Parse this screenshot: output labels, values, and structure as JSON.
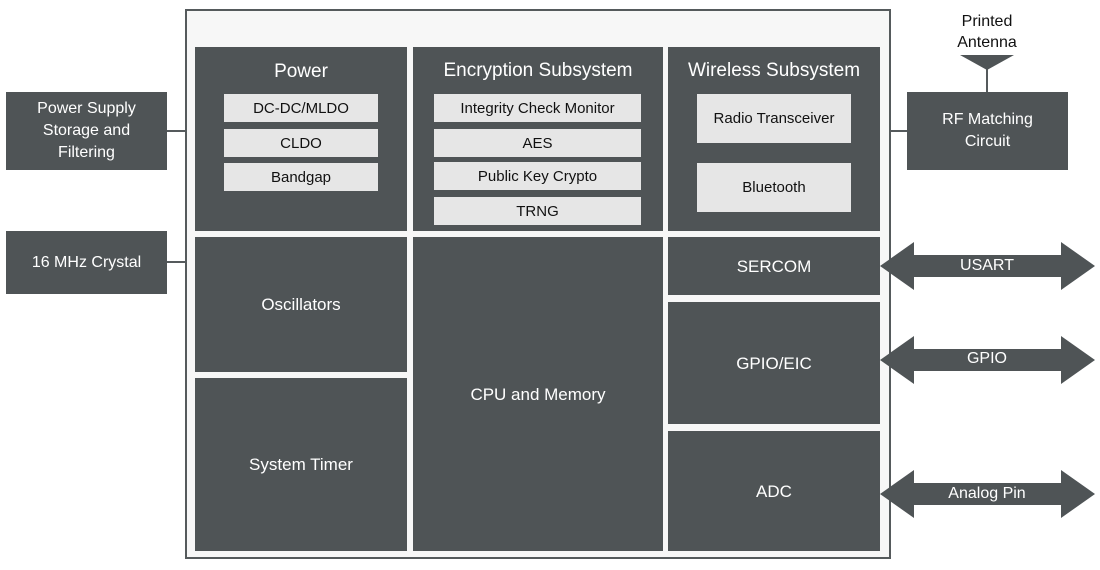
{
  "external": {
    "power_supply": "Power Supply\nStorage and\nFiltering",
    "crystal": "16 MHz Crystal",
    "rf_matching": "RF Matching\nCircuit",
    "antenna": "Printed\nAntenna"
  },
  "power": {
    "title": "Power",
    "items": [
      "DC-DC/MLDO",
      "CLDO",
      "Bandgap"
    ]
  },
  "encryption": {
    "title": "Encryption Subsystem",
    "items": [
      "Integrity Check Monitor",
      "AES",
      "Public Key Crypto",
      "TRNG"
    ]
  },
  "wireless": {
    "title": "Wireless Subsystem",
    "items": [
      "Radio Transceiver",
      "Bluetooth"
    ]
  },
  "blocks": {
    "oscillators": "Oscillators",
    "system_timer": "System Timer",
    "cpu_memory": "CPU and Memory",
    "sercom": "SERCOM",
    "gpio_eic": "GPIO/EIC",
    "adc": "ADC"
  },
  "arrows": {
    "usart": "USART",
    "gpio": "GPIO",
    "analog": "Analog Pin"
  },
  "colors": {
    "block": "#4f5456",
    "sub_block": "#e6e6e6",
    "outline": "#555a5c"
  }
}
